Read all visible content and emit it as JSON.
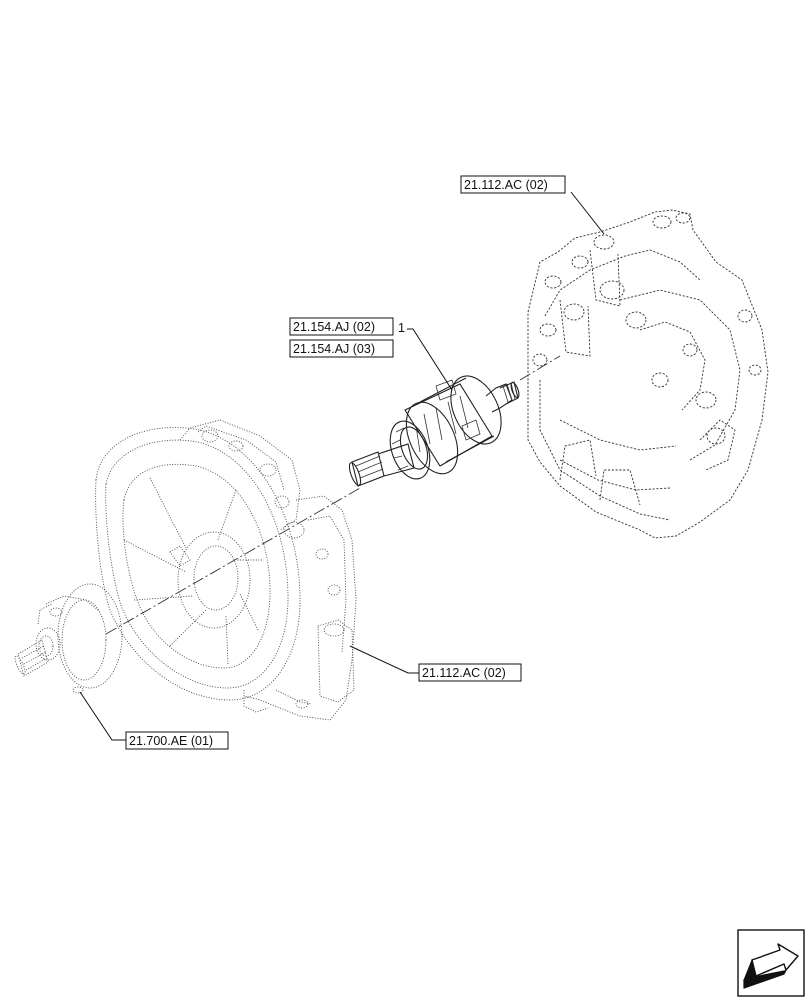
{
  "callouts": {
    "part_number": "1"
  },
  "references": {
    "rear_housing": "21.112.AC (02)",
    "shaft_ref_a": "21.154.AJ (02)",
    "shaft_ref_b": "21.154.AJ (03)",
    "front_housing": "21.112.AC (02)",
    "pump": "21.700.AE (01)"
  },
  "nav_icon": "next-page-arrow-icon"
}
